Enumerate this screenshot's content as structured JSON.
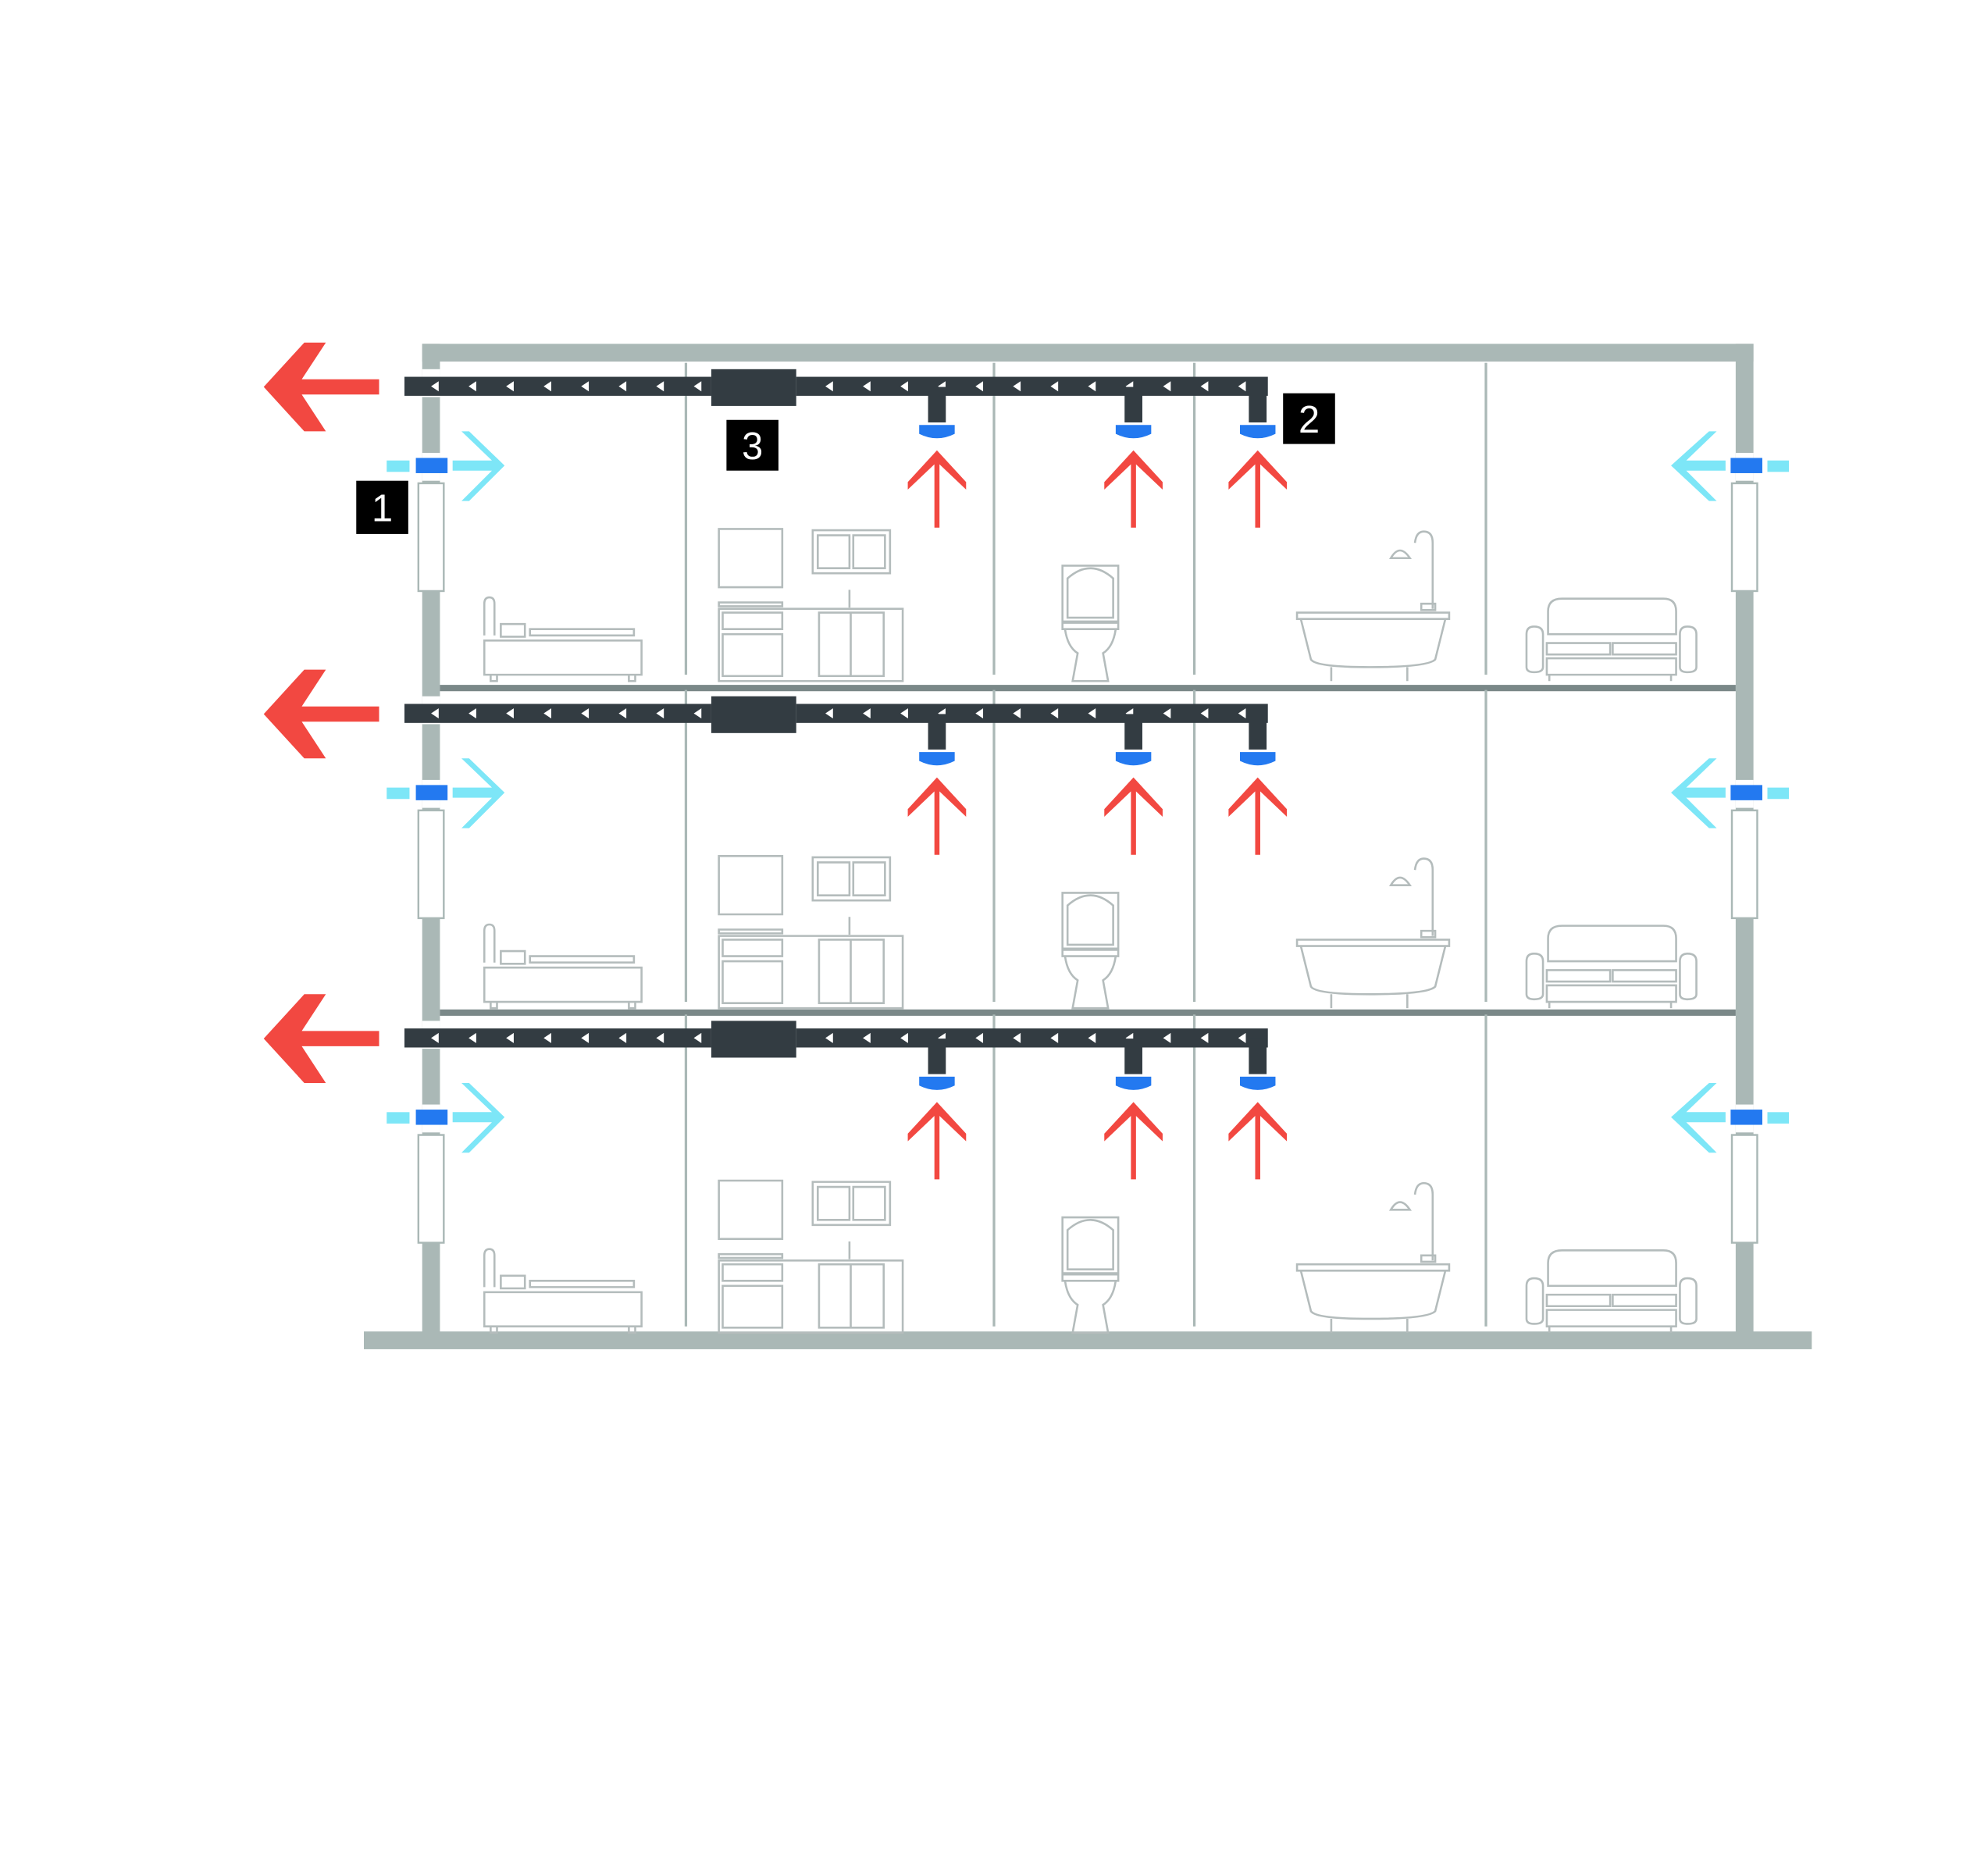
{
  "callouts": {
    "ventilation_inlet": "1",
    "extract_diffuser": "2",
    "ventilation_unit": "3"
  },
  "floors": 3,
  "rooms": [
    "bedroom",
    "kitchen",
    "toilet",
    "bathroom",
    "living-room"
  ],
  "colors": {
    "structure": "#aab8b6",
    "slab": "#7a8888",
    "duct": "#333c42",
    "exhaust_air": "#f24841",
    "fresh_air": "#7de6f7",
    "vent_blue": "#2379f0",
    "callout_bg": "#000000",
    "furniture": "#b4bcbc"
  }
}
